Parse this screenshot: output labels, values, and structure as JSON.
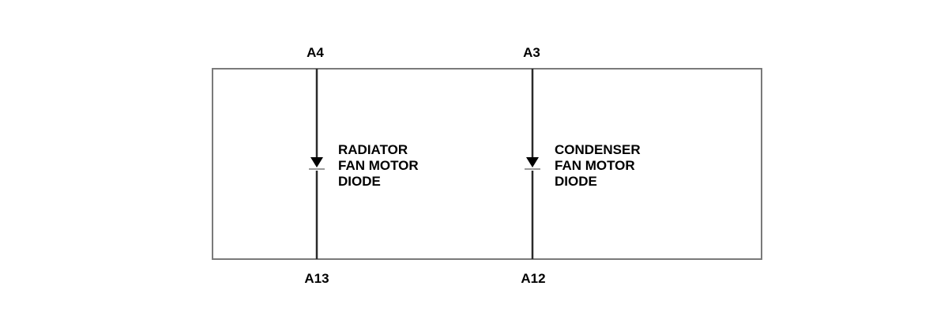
{
  "terminals": {
    "a4": "A4",
    "a3": "A3",
    "a13": "A13",
    "a12": "A12"
  },
  "diodes": {
    "radiator": {
      "line1": "RADIATOR",
      "line2": "FAN MOTOR",
      "line3": "DIODE"
    },
    "condenser": {
      "line1": "CONDENSER",
      "line2": "FAN MOTOR",
      "line3": "DIODE"
    }
  },
  "colors": {
    "frame": "#7a7a7a",
    "wire": "#2a2a2a",
    "text": "#000000",
    "background": "#ffffff"
  }
}
